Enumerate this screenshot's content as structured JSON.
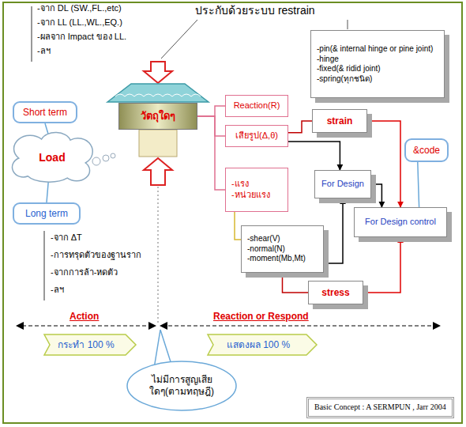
{
  "diagram": {
    "nodes": [
      {
        "text": [
          "-pin(& internal hinge or pine joint)",
          "-hinge",
          "-fixed(& ridid joint)",
          "-spring(ทุกชนิด)"
        ]
      },
      {
        "text": [
          "Short term"
        ]
      },
      {
        "text": [
          "Load"
        ]
      },
      {
        "text": [
          "วัตถุใดๆ"
        ]
      },
      {
        "text": [
          "Reaction(R)"
        ]
      },
      {
        "text": [
          "เสียรูป(Δ,θ)"
        ]
      },
      {
        "text": [
          "strain"
        ]
      },
      {
        "text": [
          "-แรง",
          "-หน่วยแรง"
        ]
      },
      {
        "text": [
          "-shear(V)",
          "-normal(N)",
          "-moment(Mb,Mt)"
        ]
      },
      {
        "text": [
          "For Design"
        ]
      },
      {
        "text": [
          "&code"
        ]
      },
      {
        "text": [
          "For Design control"
        ]
      },
      {
        "text": [
          "Long term"
        ]
      },
      {
        "text": [
          "stress"
        ]
      },
      {
        "text": [
          "กระทำ 100 %"
        ]
      },
      {
        "text": [
          "แสดงผล 100 %"
        ]
      },
      {
        "text": [
          "ไม่มีการสูญเสีย ใดๆ(ตามทฤษฎี)"
        ]
      },
      {
        "text": [
          "Basic Concept : A SERMPUN , Jarr 2004"
        ]
      }
    ],
    "edges": [
      {
        "from": 3,
        "to": 4,
        "arrow": "none"
      },
      {
        "from": 3,
        "to": 5,
        "arrow": "none"
      },
      {
        "from": 3,
        "to": 7,
        "arrow": "none"
      },
      {
        "from": 5,
        "to": 6,
        "arrow": "none"
      },
      {
        "from": 5,
        "to": 9,
        "arrow": "to"
      },
      {
        "from": 6,
        "to": 11,
        "arrow": "to"
      },
      {
        "from": 7,
        "to": 8,
        "arrow": "none"
      },
      {
        "from": 8,
        "to": 9,
        "arrow": "to"
      },
      {
        "from": 8,
        "to": 13,
        "arrow": "none"
      },
      {
        "from": 9,
        "to": 11,
        "arrow": "to"
      },
      {
        "from": 13,
        "to": 11,
        "arrow": "to"
      },
      {
        "from": 10,
        "to": 11,
        "arrow": "none"
      },
      {
        "from": 1,
        "to": 2,
        "arrow": "none"
      },
      {
        "from": 12,
        "to": 2,
        "arrow": "none"
      }
    ],
    "labels": [
      "-จาก DL (SW.,FL.,etc)",
      "-จาก LL (LL.,WL.,EQ.)",
      "-ผลจาก Impact ของ LL.",
      "-ลฯ",
      "-จาก ΔT",
      "-การทรุดตัวของฐานราก",
      "-จากการล้า-หดตัว",
      "-ลฯ",
      "ประกับด้วยระบบ restrain",
      "Action",
      "Reaction or Respond"
    ]
  }
}
